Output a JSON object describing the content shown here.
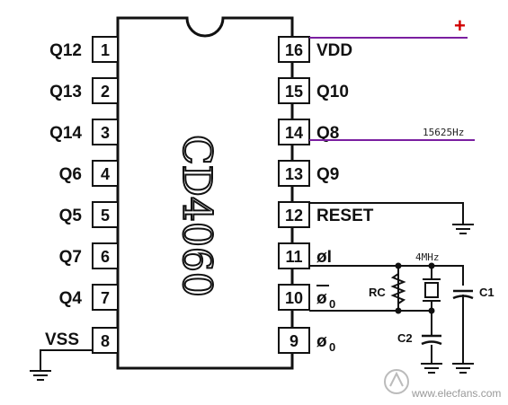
{
  "chip": {
    "name": "CD4060"
  },
  "left_pins": [
    {
      "num": "1",
      "label": "Q12"
    },
    {
      "num": "2",
      "label": "Q13"
    },
    {
      "num": "3",
      "label": "Q14"
    },
    {
      "num": "4",
      "label": "Q6"
    },
    {
      "num": "5",
      "label": "Q5"
    },
    {
      "num": "6",
      "label": "Q7"
    },
    {
      "num": "7",
      "label": "Q4"
    },
    {
      "num": "8",
      "label": "VSS"
    }
  ],
  "right_pins": [
    {
      "num": "16",
      "label": "VDD"
    },
    {
      "num": "15",
      "label": "Q10"
    },
    {
      "num": "14",
      "label": "Q8"
    },
    {
      "num": "13",
      "label": "Q9"
    },
    {
      "num": "12",
      "label": "RESET"
    },
    {
      "num": "11",
      "label": "øI"
    },
    {
      "num": "10",
      "label": "ø"
    },
    {
      "num": "9",
      "label": "ø"
    }
  ],
  "subscripts": {
    "pin10": "0",
    "pin9": "0"
  },
  "annotations": {
    "plus": "+",
    "freq": "15625Hz",
    "crystal": "4MHz",
    "rc": "RC",
    "c1": "C1",
    "c2": "C2"
  },
  "watermark": "www.elecfans.com",
  "colors": {
    "wire_accent": "#7a1fa0",
    "plus": "#d10000"
  }
}
